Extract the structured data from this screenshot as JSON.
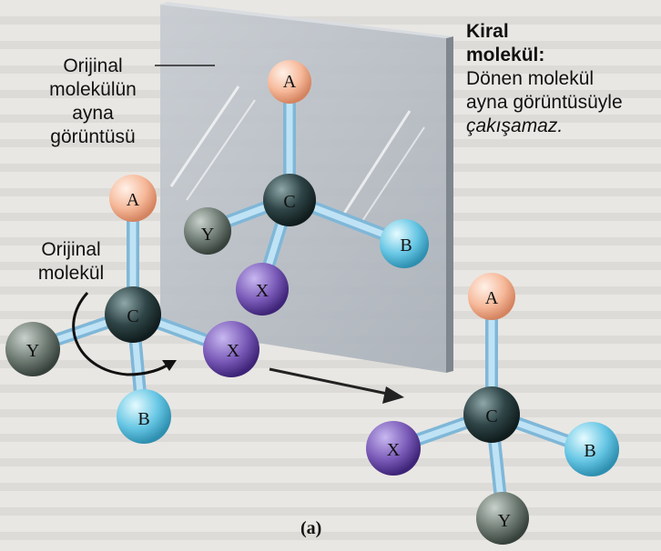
{
  "labels": {
    "mirror_image_of_original": [
      "Orijinal",
      "molekülün",
      "ayna",
      "görüntüsü"
    ],
    "original_molecule": [
      "Orijinal",
      "molekül"
    ],
    "chiral_title": [
      "Kiral",
      "molekül:"
    ],
    "chiral_desc_1": "Dönen molekül",
    "chiral_desc_2": "ayna görüntüsüyle",
    "chiral_desc_3": "çakışamaz.",
    "caption": "(a)"
  },
  "molecules": {
    "mirror": {
      "center": "C",
      "atoms": [
        "A",
        "Y",
        "B",
        "X"
      ]
    },
    "original": {
      "center": "C",
      "atoms": [
        "A",
        "Y",
        "X",
        "B"
      ]
    },
    "rotated": {
      "center": "C",
      "atoms": [
        "A",
        "X",
        "B",
        "Y"
      ]
    }
  },
  "colors": {
    "atom_A": "#f6b99a",
    "atom_B": "#66c6e4",
    "atom_X": "#7a5ab8",
    "atom_Y": "#6d7a72",
    "atom_C": "#2f4547",
    "bond": "#a9d5ee",
    "mirror": "#b9bfc6"
  }
}
